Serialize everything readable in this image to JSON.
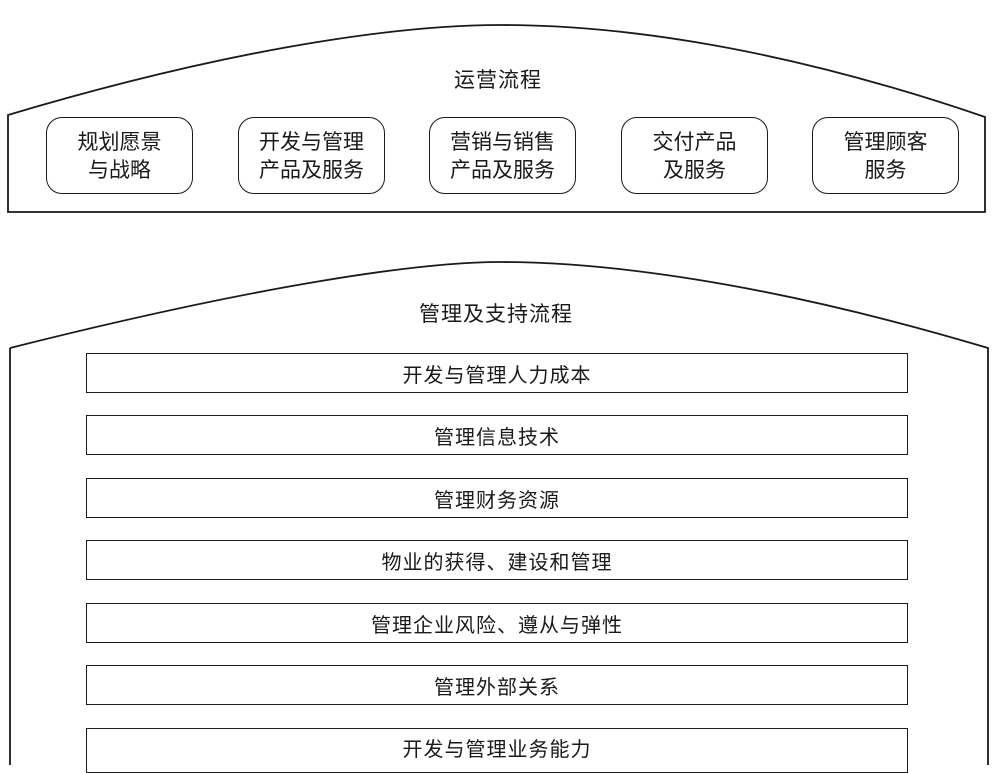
{
  "operating_process": {
    "title": "运营流程",
    "boxes": [
      {
        "line1": "规划愿景",
        "line2": "与战略"
      },
      {
        "line1": "开发与管理",
        "line2": "产品及服务"
      },
      {
        "line1": "营销与销售",
        "line2": "产品及服务"
      },
      {
        "line1": "交付产品",
        "line2": "及服务"
      },
      {
        "line1": "管理顾客",
        "line2": "服务"
      }
    ]
  },
  "management_support_process": {
    "title": "管理及支持流程",
    "bars": [
      {
        "label": "开发与管理人力成本"
      },
      {
        "label": "管理信息技术"
      },
      {
        "label": "管理财务资源"
      },
      {
        "label": "物业的获得、建设和管理"
      },
      {
        "label": "管理企业风险、遵从与弹性"
      },
      {
        "label": "管理外部关系"
      },
      {
        "label": "开发与管理业务能力"
      }
    ]
  }
}
